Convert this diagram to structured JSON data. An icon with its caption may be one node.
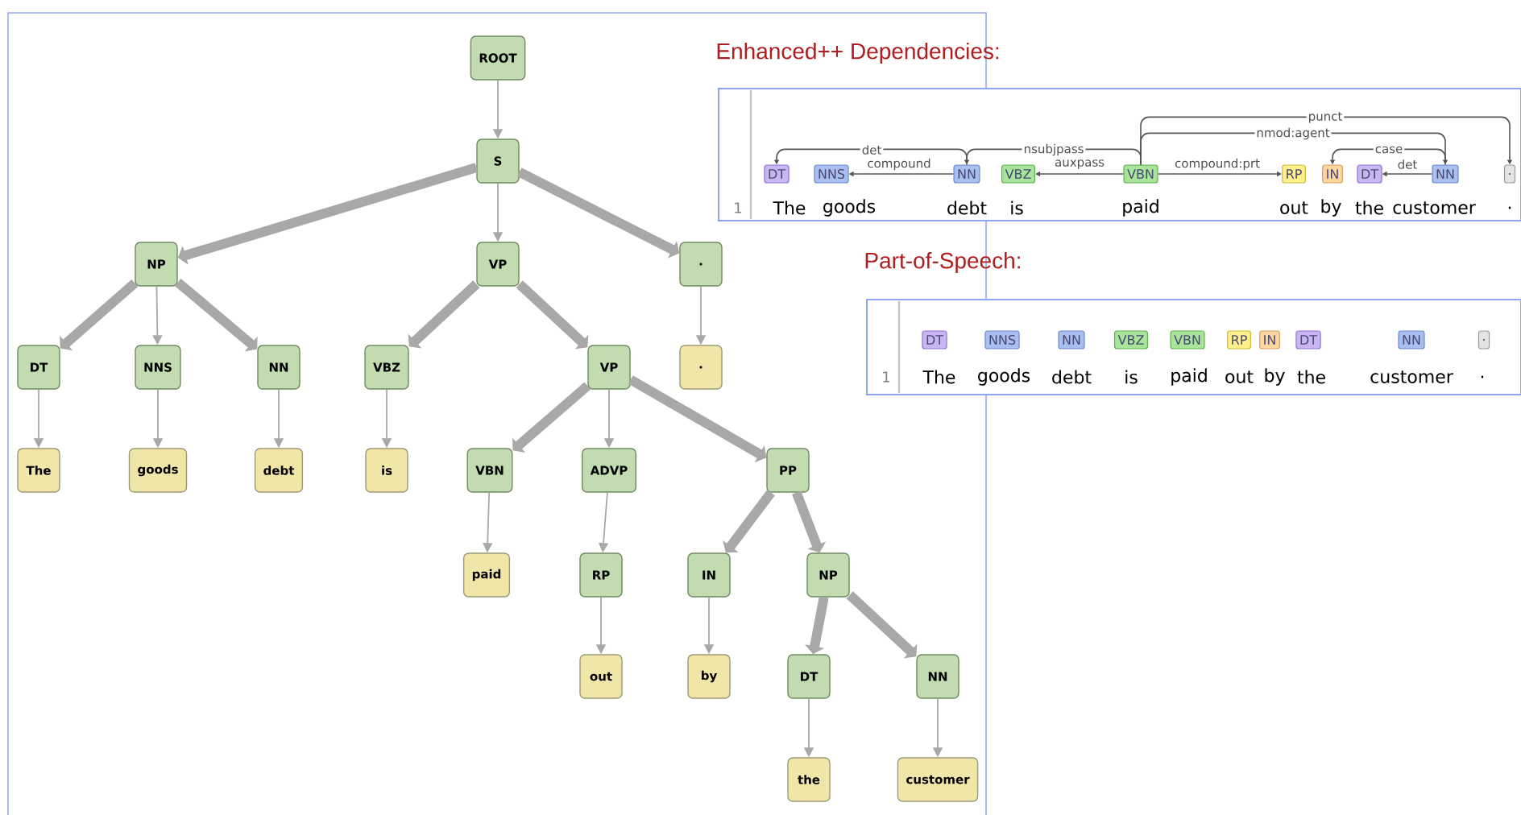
{
  "diagram": {
    "nodes": [
      {
        "text": [
          "ROOT"
        ]
      },
      {
        "text": [
          "S"
        ]
      },
      {
        "text": [
          "NP"
        ]
      },
      {
        "text": [
          "VP"
        ]
      },
      {
        "text": [
          "."
        ]
      },
      {
        "text": [
          "DT"
        ]
      },
      {
        "text": [
          "NNS"
        ]
      },
      {
        "text": [
          "NN"
        ]
      },
      {
        "text": [
          "VBZ"
        ]
      },
      {
        "text": [
          "VP"
        ]
      },
      {
        "text": [
          "."
        ]
      },
      {
        "text": [
          "The"
        ]
      },
      {
        "text": [
          "goods"
        ]
      },
      {
        "text": [
          "debt"
        ]
      },
      {
        "text": [
          "is"
        ]
      },
      {
        "text": [
          "VBN"
        ]
      },
      {
        "text": [
          "ADVP"
        ]
      },
      {
        "text": [
          "PP"
        ]
      },
      {
        "text": [
          "paid"
        ]
      },
      {
        "text": [
          "RP"
        ]
      },
      {
        "text": [
          "IN"
        ]
      },
      {
        "text": [
          "NP"
        ]
      },
      {
        "text": [
          "out"
        ]
      },
      {
        "text": [
          "by"
        ]
      },
      {
        "text": [
          "DT"
        ]
      },
      {
        "text": [
          "NN"
        ]
      },
      {
        "text": [
          "the"
        ]
      },
      {
        "text": [
          "customer"
        ]
      },
      {
        "text": [
          "Enhanced++ Dependencies:"
        ]
      },
      {
        "text": [
          "DT"
        ],
        "beside": [
          "The"
        ],
        "in": 28
      },
      {
        "text": [
          "NNS"
        ],
        "beside": [
          "goods"
        ],
        "in": 28
      },
      {
        "text": [
          "NN"
        ],
        "beside": [
          "debt"
        ],
        "in": 28
      },
      {
        "text": [
          "VBZ"
        ],
        "beside": [
          "is"
        ],
        "in": 28
      },
      {
        "text": [
          "VBN"
        ],
        "beside": [
          "paid"
        ],
        "in": 28
      },
      {
        "text": [
          "RP"
        ],
        "beside": [
          "out"
        ],
        "in": 28
      },
      {
        "text": [
          "IN"
        ],
        "beside": [
          "by"
        ],
        "in": 28
      },
      {
        "text": [
          "DT"
        ],
        "beside": [
          "the"
        ],
        "in": 28
      },
      {
        "text": [
          "NN"
        ],
        "beside": [
          "customer"
        ],
        "in": 28
      },
      {
        "text": [
          "."
        ],
        "beside": [
          "."
        ],
        "in": 28
      },
      {
        "text": [
          "Part-of-Speech:"
        ]
      },
      {
        "text": [
          "DT"
        ],
        "beside": [
          "The"
        ],
        "in": 39
      },
      {
        "text": [
          "NNS"
        ],
        "beside": [
          "goods"
        ],
        "in": 39
      },
      {
        "text": [
          "NN"
        ],
        "beside": [
          "debt"
        ],
        "in": 39
      },
      {
        "text": [
          "VBZ"
        ],
        "beside": [
          "is"
        ],
        "in": 39
      },
      {
        "text": [
          "VBN"
        ],
        "beside": [
          "paid"
        ],
        "in": 39
      },
      {
        "text": [
          "RP"
        ],
        "beside": [
          "out"
        ],
        "in": 39
      },
      {
        "text": [
          "IN"
        ],
        "beside": [
          "by"
        ],
        "in": 39
      },
      {
        "text": [
          "DT"
        ],
        "beside": [
          "the"
        ],
        "in": 39
      },
      {
        "text": [
          "NN"
        ],
        "beside": [
          "customer"
        ],
        "in": 39
      },
      {
        "text": [
          "."
        ],
        "beside": [
          "."
        ],
        "in": 39
      }
    ],
    "edges": [
      {
        "from": 0,
        "to": 1,
        "arrow": "to"
      },
      {
        "from": 1,
        "to": 2,
        "arrow": "to",
        "style": "thick"
      },
      {
        "from": 1,
        "to": 3,
        "arrow": "to"
      },
      {
        "from": 1,
        "to": 4,
        "arrow": "to",
        "style": "thick"
      },
      {
        "from": 2,
        "to": 5,
        "arrow": "to",
        "style": "thick"
      },
      {
        "from": 2,
        "to": 6,
        "arrow": "to"
      },
      {
        "from": 2,
        "to": 7,
        "arrow": "to",
        "style": "thick"
      },
      {
        "from": 3,
        "to": 8,
        "arrow": "to",
        "style": "thick"
      },
      {
        "from": 3,
        "to": 9,
        "arrow": "to",
        "style": "thick"
      },
      {
        "from": 4,
        "to": 10,
        "arrow": "to"
      },
      {
        "from": 5,
        "to": 11,
        "arrow": "to"
      },
      {
        "from": 6,
        "to": 12,
        "arrow": "to"
      },
      {
        "from": 7,
        "to": 13,
        "arrow": "to"
      },
      {
        "from": 8,
        "to": 14,
        "arrow": "to"
      },
      {
        "from": 9,
        "to": 15,
        "arrow": "to",
        "style": "thick"
      },
      {
        "from": 9,
        "to": 16,
        "arrow": "to"
      },
      {
        "from": 9,
        "to": 17,
        "arrow": "to",
        "style": "thick"
      },
      {
        "from": 15,
        "to": 18,
        "arrow": "to"
      },
      {
        "from": 16,
        "to": 19,
        "arrow": "to"
      },
      {
        "from": 17,
        "to": 20,
        "arrow": "to",
        "style": "thick"
      },
      {
        "from": 17,
        "to": 21,
        "arrow": "to",
        "style": "thick"
      },
      {
        "from": 19,
        "to": 22,
        "arrow": "to"
      },
      {
        "from": 20,
        "to": 23,
        "arrow": "to"
      },
      {
        "from": 21,
        "to": 24,
        "arrow": "to",
        "style": "thick"
      },
      {
        "from": 21,
        "to": 25,
        "arrow": "to",
        "style": "thick"
      },
      {
        "from": 24,
        "to": 26,
        "arrow": "to"
      },
      {
        "from": 25,
        "to": 27,
        "arrow": "to"
      },
      {
        "from": 31,
        "to": 29,
        "arrow": "to",
        "label": "det",
        "color": "#555555"
      },
      {
        "from": 31,
        "to": 30,
        "arrow": "to",
        "label": "compound",
        "color": "#555555"
      },
      {
        "from": 33,
        "to": 31,
        "arrow": "to",
        "label": "nsubjpass",
        "color": "#555555"
      },
      {
        "from": 33,
        "to": 32,
        "arrow": "to",
        "label": "auxpass",
        "color": "#555555"
      },
      {
        "from": 33,
        "to": 34,
        "arrow": "to",
        "label": "compound:prt",
        "color": "#555555"
      },
      {
        "from": 33,
        "to": 37,
        "arrow": "to",
        "label": "nmod:agent",
        "color": "#555555"
      },
      {
        "from": 33,
        "to": 38,
        "arrow": "to",
        "label": "punct",
        "color": "#555555"
      },
      {
        "from": 37,
        "to": 35,
        "arrow": "to",
        "label": "case",
        "color": "#555555"
      },
      {
        "from": 37,
        "to": 36,
        "arrow": "to",
        "label": "det",
        "color": "#555555"
      }
    ],
    "labels": [
      "1",
      "1"
    ]
  }
}
